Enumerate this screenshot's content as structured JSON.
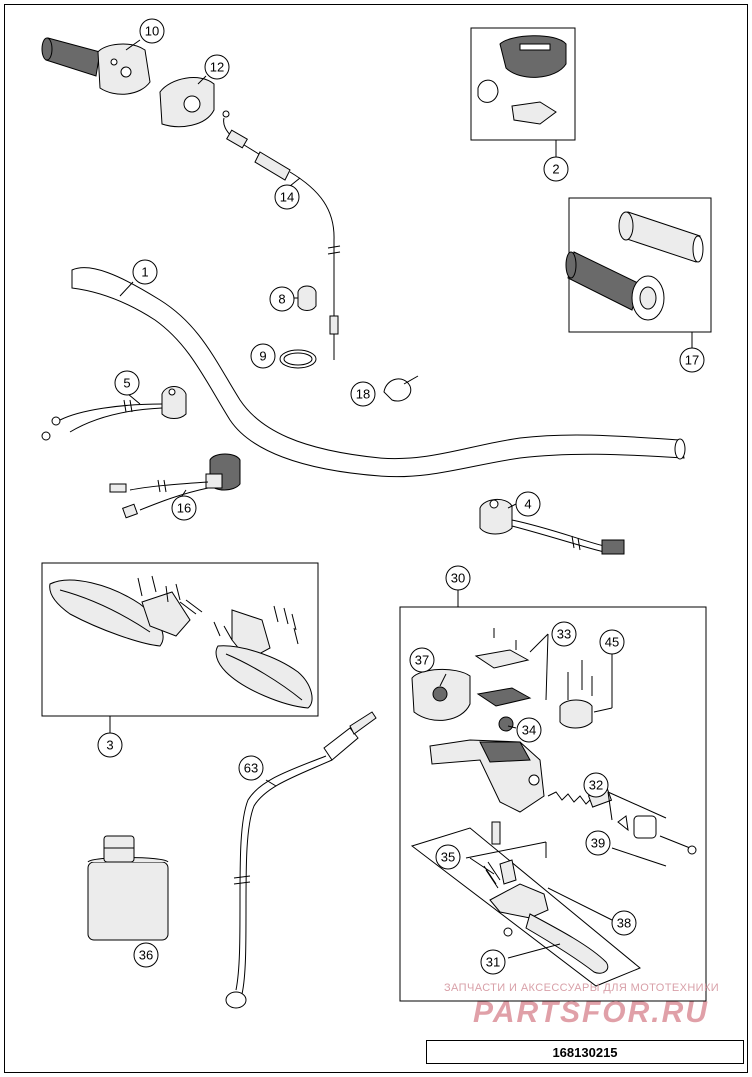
{
  "callouts": {
    "c1": "1",
    "c2": "2",
    "c3": "3",
    "c4": "4",
    "c5": "5",
    "c8": "8",
    "c9": "9",
    "c10": "10",
    "c12": "12",
    "c14": "14",
    "c16": "16",
    "c17": "17",
    "c18": "18",
    "c30": "30",
    "c31": "31",
    "c32": "32",
    "c33": "33",
    "c34": "34",
    "c35": "35",
    "c36": "36",
    "c37": "37",
    "c38": "38",
    "c39": "39",
    "c45": "45",
    "c63": "63"
  },
  "watermark": {
    "tagline": "ЗАПЧАСТИ И АКСЕССУАРЫ ДЛЯ МОТОТЕХНИКИ",
    "logo_text": "PARTSFOR.RU",
    "color": "#e0a0a8"
  },
  "diagram_code": "168130215"
}
